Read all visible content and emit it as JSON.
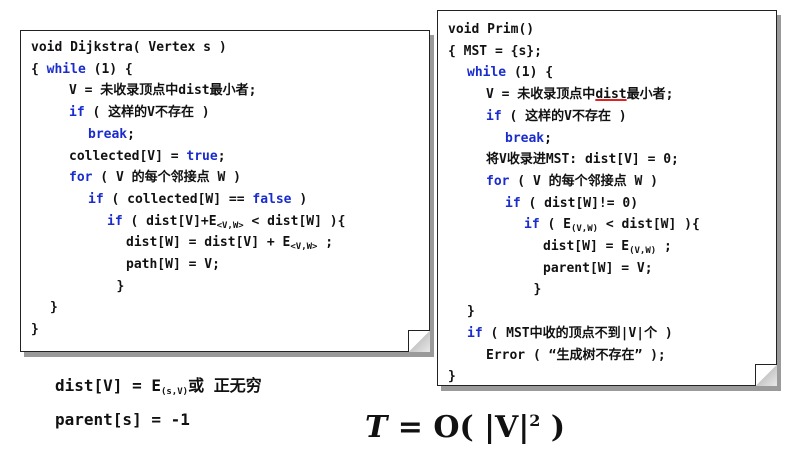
{
  "dijkstra": {
    "lines": [
      {
        "indent": 0,
        "parts": [
          {
            "t": "void Dijkstra( Vertex s )",
            "k": false
          }
        ]
      },
      {
        "indent": 0,
        "parts": [
          {
            "t": "{ ",
            "k": false
          },
          {
            "t": "while",
            "k": true
          },
          {
            "t": " (1) {",
            "k": false
          }
        ]
      },
      {
        "indent": 2,
        "parts": [
          {
            "t": "V = 未收录顶点中dist最小者;",
            "k": false
          }
        ]
      },
      {
        "indent": 2,
        "parts": [
          {
            "t": "if",
            "k": true
          },
          {
            "t": " ( 这样的V不存在 )",
            "k": false
          }
        ]
      },
      {
        "indent": 3,
        "parts": [
          {
            "t": "break",
            "k": true
          },
          {
            "t": ";",
            "k": false
          }
        ]
      },
      {
        "indent": 2,
        "parts": [
          {
            "t": "collected[V] = ",
            "k": false
          },
          {
            "t": "true",
            "k": true
          },
          {
            "t": ";",
            "k": false
          }
        ]
      },
      {
        "indent": 2,
        "parts": [
          {
            "t": "for",
            "k": true
          },
          {
            "t": " ( V 的每个邻接点 W )",
            "k": false
          }
        ]
      },
      {
        "indent": 3,
        "parts": [
          {
            "t": "if",
            "k": true
          },
          {
            "t": " ( collected[W] == ",
            "k": false
          },
          {
            "t": "false",
            "k": true
          },
          {
            "t": " )",
            "k": false
          }
        ]
      },
      {
        "indent": 4,
        "parts": [
          {
            "t": "if",
            "k": true
          },
          {
            "t": " ( dist[V]+E",
            "k": false
          },
          {
            "t": "<V,W>",
            "sub": true
          },
          {
            "t": " < dist[W] ){",
            "k": false
          }
        ]
      },
      {
        "indent": 5,
        "parts": [
          {
            "t": "dist[W] = dist[V] + E",
            "k": false
          },
          {
            "t": "<V,W>",
            "sub": true
          },
          {
            "t": " ;",
            "k": false
          }
        ]
      },
      {
        "indent": 5,
        "parts": [
          {
            "t": "path[W] = V;",
            "k": false
          }
        ]
      },
      {
        "indent": 4.5,
        "parts": [
          {
            "t": "}",
            "k": false
          }
        ]
      },
      {
        "indent": 1,
        "parts": [
          {
            "t": "}",
            "k": false
          }
        ]
      },
      {
        "indent": 0,
        "parts": [
          {
            "t": "}",
            "k": false
          }
        ]
      }
    ]
  },
  "prim": {
    "lines": [
      {
        "indent": 0,
        "parts": [
          {
            "t": "void Prim()",
            "k": false
          }
        ]
      },
      {
        "indent": 0,
        "parts": [
          {
            "t": "{ MST = {s};",
            "k": false
          }
        ]
      },
      {
        "indent": 1,
        "parts": [
          {
            "t": "while",
            "k": true
          },
          {
            "t": " (1) {",
            "k": false
          }
        ]
      },
      {
        "indent": 2,
        "parts": [
          {
            "t": "V = 未收录顶点中",
            "k": false
          },
          {
            "t": "dist",
            "u": true
          },
          {
            "t": "最小者;",
            "k": false
          }
        ]
      },
      {
        "indent": 2,
        "parts": [
          {
            "t": "if",
            "k": true
          },
          {
            "t": " ( 这样的V不存在 )",
            "k": false
          }
        ]
      },
      {
        "indent": 3,
        "parts": [
          {
            "t": "break",
            "k": true
          },
          {
            "t": ";",
            "k": false
          }
        ]
      },
      {
        "indent": 2,
        "parts": [
          {
            "t": "将V收录进MST: dist[V] = 0;",
            "k": false
          }
        ]
      },
      {
        "indent": 2,
        "parts": [
          {
            "t": "for",
            "k": true
          },
          {
            "t": " ( V 的每个邻接点 W )",
            "k": false
          }
        ]
      },
      {
        "indent": 3,
        "parts": [
          {
            "t": "if",
            "k": true
          },
          {
            "t": " ( dist[W]!= 0)",
            "k": false
          }
        ]
      },
      {
        "indent": 4,
        "parts": [
          {
            "t": "if",
            "k": true
          },
          {
            "t": " ( E",
            "k": false
          },
          {
            "t": "(V,W)",
            "sub": true
          },
          {
            "t": " < dist[W] ){",
            "k": false
          }
        ]
      },
      {
        "indent": 5,
        "parts": [
          {
            "t": "dist[W] = E",
            "k": false
          },
          {
            "t": "(V,W)",
            "sub": true
          },
          {
            "t": " ;",
            "k": false
          }
        ]
      },
      {
        "indent": 5,
        "parts": [
          {
            "t": "parent[W] = V;",
            "k": false
          }
        ]
      },
      {
        "indent": 4.5,
        "parts": [
          {
            "t": "}",
            "k": false
          }
        ]
      },
      {
        "indent": 1,
        "parts": [
          {
            "t": "}",
            "k": false
          }
        ]
      },
      {
        "indent": 1,
        "parts": [
          {
            "t": "if",
            "k": true
          },
          {
            "t": " ( MST中收的顶点不到|V|个 )",
            "k": false
          }
        ]
      },
      {
        "indent": 2,
        "parts": [
          {
            "t": "Error ( “生成树不存在” );",
            "k": false
          }
        ]
      },
      {
        "indent": 0,
        "parts": [
          {
            "t": "}",
            "k": false
          }
        ]
      }
    ]
  },
  "notes": {
    "line1_a": "dist[V] = E",
    "line1_sub": "(s,V)",
    "line1_b": "或 正无穷",
    "line2": "parent[s] = -1"
  },
  "complexity": {
    "prefix": "T",
    "rest": " = O( |V|",
    "sup": "2",
    "suffix": " )"
  },
  "colors": {
    "keyword": "#1a2ccc",
    "text": "#111111",
    "underline": "#d22222",
    "shadow": "#9a9a9a"
  }
}
